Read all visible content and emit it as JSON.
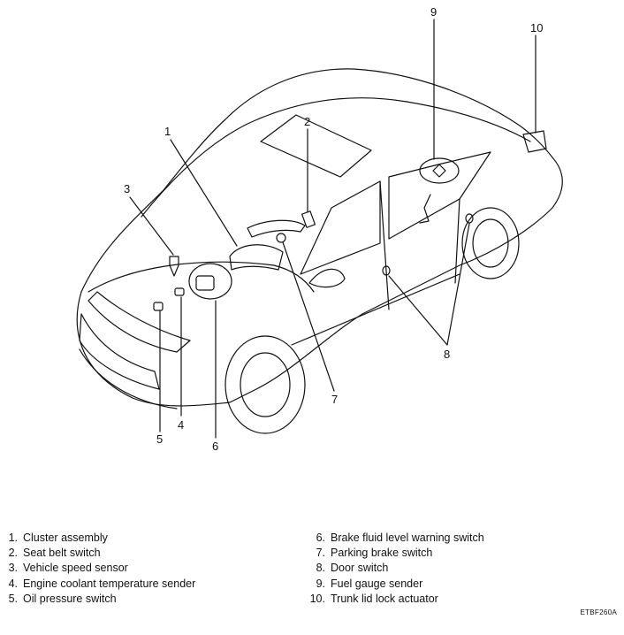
{
  "callouts": {
    "c1": "1",
    "c2": "2",
    "c3": "3",
    "c4": "4",
    "c5": "5",
    "c6": "6",
    "c7": "7",
    "c8": "8",
    "c9": "9",
    "c10": "10"
  },
  "legend": {
    "left": [
      {
        "num": "1.",
        "text": "Cluster assembly"
      },
      {
        "num": "2.",
        "text": "Seat belt switch"
      },
      {
        "num": "3.",
        "text": "Vehicle speed sensor"
      },
      {
        "num": "4.",
        "text": "Engine coolant temperature sender"
      },
      {
        "num": "5.",
        "text": "Oil pressure switch"
      }
    ],
    "right": [
      {
        "num": "6.",
        "text": "Brake fluid level warning switch"
      },
      {
        "num": "7.",
        "text": "Parking brake switch"
      },
      {
        "num": "8.",
        "text": "Door switch"
      },
      {
        "num": "9.",
        "text": "Fuel gauge sender"
      },
      {
        "num": "10.",
        "text": "Trunk lid lock actuator"
      }
    ]
  },
  "figure_code": "ETBF260A"
}
